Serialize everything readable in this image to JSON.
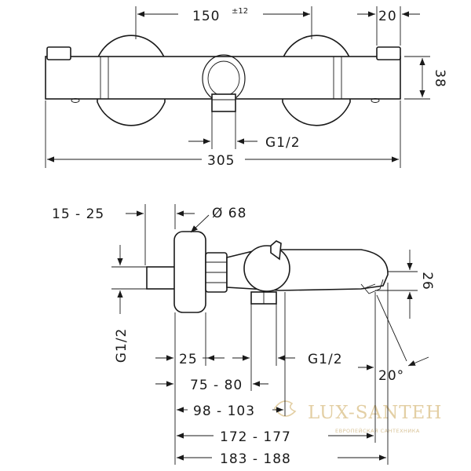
{
  "front_view": {
    "dim_centres": "150",
    "dim_centres_tol": "±12",
    "dim_cap_width": "20",
    "dim_height": "38",
    "dim_outlet_thread": "G1/2",
    "dim_total_width": "305"
  },
  "side_view": {
    "dim_wall_gap": "15 - 25",
    "dim_rosette_diameter": "Ø 68",
    "dim_spout_height": "26",
    "dim_inlet_thread": "G1/2",
    "dim_rosette_depth": "25",
    "dim_outlet_thread": "G1/2",
    "dim_outlet_offset": "75 - 80",
    "dim_handle_offset": "98 - 103",
    "dim_spout_length": "172 - 177",
    "dim_total_projection": "183 - 188",
    "dim_angle": "20°"
  },
  "watermark": {
    "brand": "LUX-SANTEH",
    "tagline": "ЕВРОПЕЙСКАЯ САНТЕХНИКА"
  }
}
